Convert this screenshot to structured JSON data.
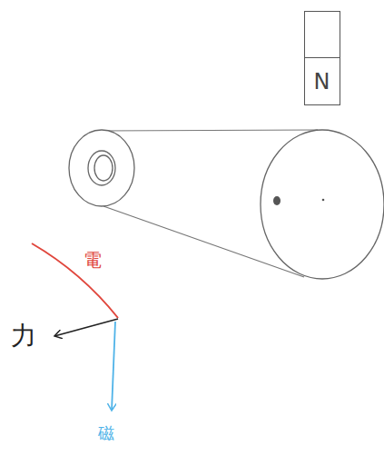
{
  "diagram": {
    "nodes": [
      {
        "text": [
          "N"
        ]
      }
    ],
    "labels": [
      "電",
      "力",
      "磁"
    ]
  }
}
